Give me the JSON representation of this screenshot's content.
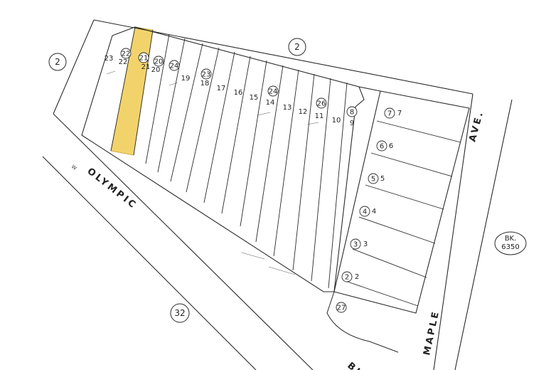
{
  "map": {
    "highlight_color": "#f2d36b",
    "line_color": "#2a2a2a",
    "streets": {
      "olympic": "OLYMPIC",
      "olympic_prefix": "W",
      "maple": "MAPLE",
      "ave": "AVE.",
      "blvd": "BL"
    },
    "blocks": {
      "top_left": "2",
      "top_center": "2",
      "bottom": "32"
    },
    "book_ref": {
      "line1": "BK.",
      "line2": "6350"
    },
    "lots_row": [
      "23",
      "22",
      "21",
      "20",
      "19",
      "18",
      "17",
      "16",
      "15",
      "14",
      "13",
      "12",
      "11",
      "10",
      "9"
    ],
    "lots_column": [
      "7",
      "6",
      "5",
      "4",
      "3",
      "2"
    ],
    "bubbles_row": [
      "22",
      "21",
      "20",
      "24",
      "23",
      "24",
      "26",
      "8"
    ],
    "bubbles_column": [
      "7",
      "6",
      "5",
      "4",
      "3",
      "2",
      "27"
    ],
    "highlighted_lot": "21"
  }
}
